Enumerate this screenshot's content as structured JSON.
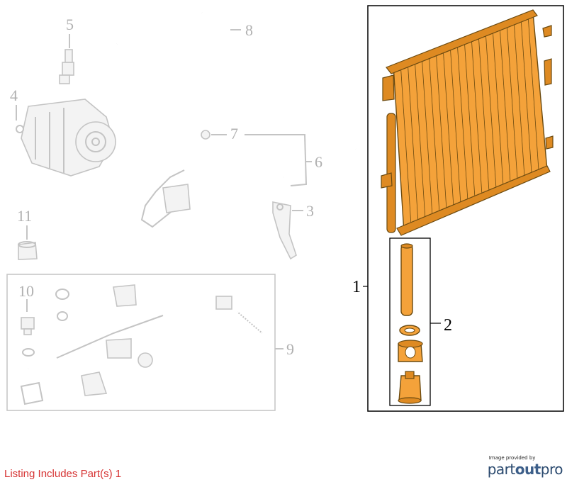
{
  "callouts": {
    "c1": "1",
    "c2": "2",
    "c3": "3",
    "c4": "4",
    "c5": "5",
    "c6": "6",
    "c7": "7",
    "c8": "8",
    "c9": "9",
    "c10": "10",
    "c11": "11"
  },
  "footer": {
    "note": "Listing Includes Part(s) 1",
    "credit_small": "Image provided by",
    "credit_brand_a": "part",
    "credit_brand_b": "out",
    "credit_brand_c": "pro"
  },
  "colors": {
    "highlight": "#f4a23a",
    "note": "#d63333",
    "faded": "#c4c4c4"
  }
}
